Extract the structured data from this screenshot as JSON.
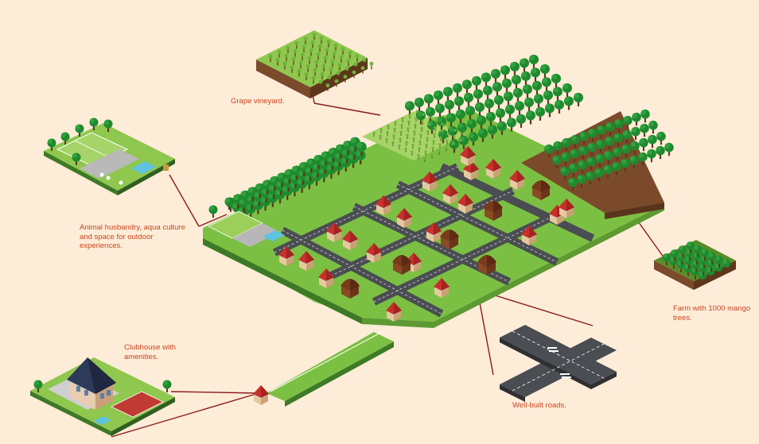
{
  "labels": {
    "vineyard": "Grape vineyard.",
    "animal": "Animal husbandry, aqua culture and space for outdoor experiences.",
    "clubhouse": "Clubhouse with amenities.",
    "mango": "Farm with 1000 mango trees.",
    "roads": "Well-built roads."
  },
  "colors": {
    "background": "#fdecd8",
    "label": "#c8461f",
    "leader_line": "#8b1a1a",
    "grass": "#7cc043",
    "tree": "#1f8a2e",
    "soil": "#7a4a2a",
    "road": "#4a4d52",
    "roof": "#c9302c"
  }
}
